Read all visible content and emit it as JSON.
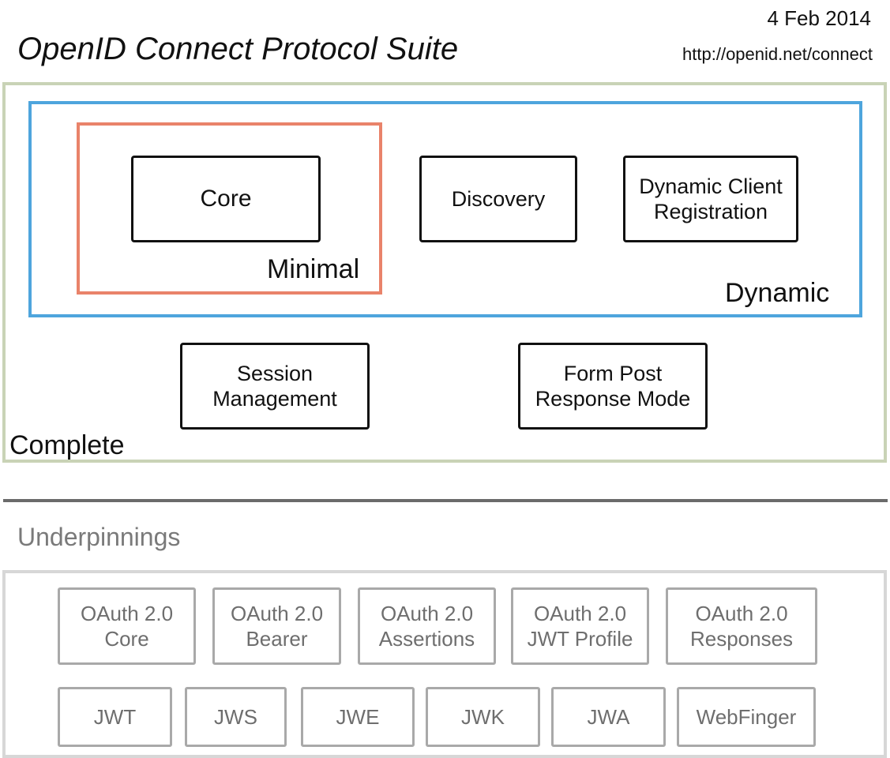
{
  "header": {
    "title": "OpenID Connect Protocol Suite",
    "date": "4 Feb 2014",
    "url": "http://openid.net/connect"
  },
  "regions": {
    "minimal": "Minimal",
    "dynamic": "Dynamic",
    "complete": "Complete"
  },
  "specs": {
    "core": "Core",
    "discovery": "Discovery",
    "dynamic_client_registration": "Dynamic Client\nRegistration",
    "session_management": "Session\nManagement",
    "form_post": "Form Post\nResponse Mode"
  },
  "underpinnings": {
    "label": "Underpinnings",
    "oauth": [
      "OAuth 2.0\nCore",
      "OAuth 2.0\nBearer",
      "OAuth 2.0\nAssertions",
      "OAuth 2.0\nJWT Profile",
      "OAuth 2.0\nResponses"
    ],
    "jose": [
      "JWT",
      "JWS",
      "JWE",
      "JWK",
      "JWA",
      "WebFinger"
    ]
  },
  "colors": {
    "minimal": "#e9836a",
    "dynamic": "#4ea5dd",
    "complete": "#c9d3b6"
  }
}
